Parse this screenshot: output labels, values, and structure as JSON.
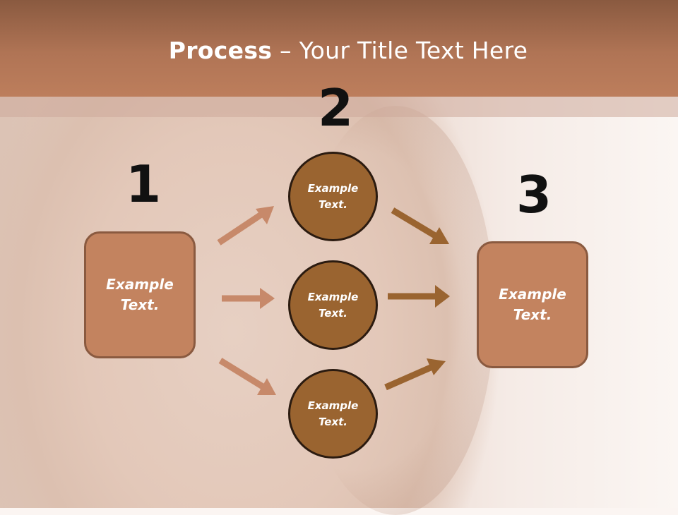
{
  "title": {
    "bold": "Process",
    "rest": " – Your Title Text Here"
  },
  "steps": {
    "one": {
      "number": "1",
      "label": "Example Text."
    },
    "two": {
      "number": "2"
    },
    "three": {
      "number": "3",
      "label": "Example Text."
    }
  },
  "circles": [
    {
      "label": "Example Text."
    },
    {
      "label": "Example Text."
    },
    {
      "label": "Example Text."
    }
  ],
  "colors": {
    "header": "#b07455",
    "box": "#c3835f",
    "circle": "#9a6430",
    "arrow_light": "#c7896a",
    "arrow_dark": "#9a6430"
  }
}
